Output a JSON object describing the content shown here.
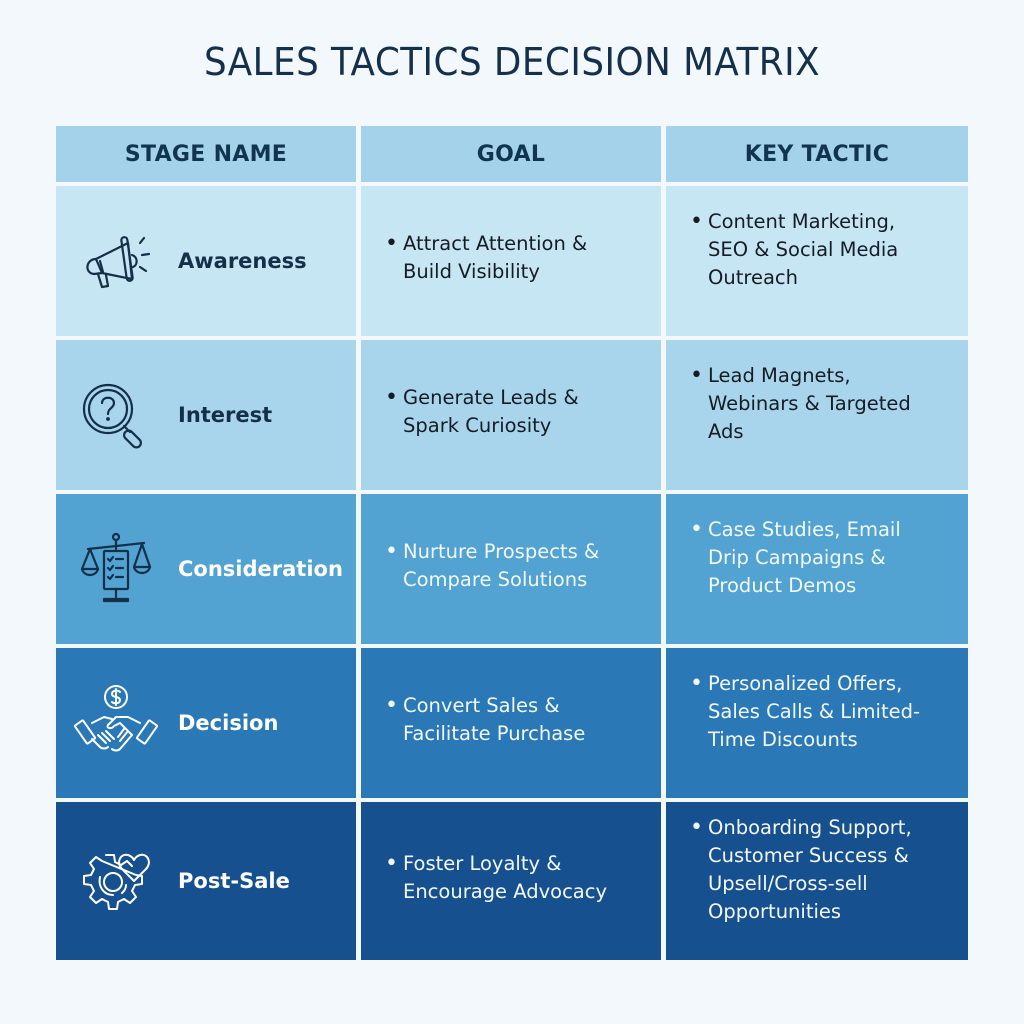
{
  "title": "SALES TACTICS DECISION MATRIX",
  "colors": {
    "background": "#f3f8fc",
    "header": "#a4d2ea",
    "row_awareness": "#c7e6f4",
    "row_interest": "#a8d5ec",
    "row_consideration": "#52a2d2",
    "row_decision": "#2b78b6",
    "row_post_sale": "#17508e",
    "dark_text": "#143049",
    "light_text": "#ffffff"
  },
  "columns": [
    "STAGE NAME",
    "GOAL",
    "KEY TACTIC"
  ],
  "rows": [
    {
      "stage": "Awareness",
      "icon": "megaphone-icon",
      "goal": "Attract Attention & Build Visibility",
      "tactic": "Content Marketing, SEO & Social Media Outreach"
    },
    {
      "stage": "Interest",
      "icon": "magnifier-question-icon",
      "goal": "Generate Leads & Spark Curiosity",
      "tactic": "Lead Magnets, Webinars & Targeted Ads"
    },
    {
      "stage": "Consideration",
      "icon": "scale-checklist-icon",
      "goal": "Nurture Prospects & Compare Solutions",
      "tactic": "Case Studies, Email Drip Campaigns & Product Demos"
    },
    {
      "stage": "Decision",
      "icon": "handshake-dollar-icon",
      "goal": "Convert Sales & Facilitate Purchase",
      "tactic": "Personalized Offers, Sales Calls & Limited-Time Discounts"
    },
    {
      "stage": "Post-Sale",
      "icon": "gear-heart-icon",
      "goal": "Foster Loyalty & Encourage Advocacy",
      "tactic": "Onboarding Support, Customer Success & Upsell/Cross-sell Opportunities"
    }
  ],
  "bullet": "•"
}
